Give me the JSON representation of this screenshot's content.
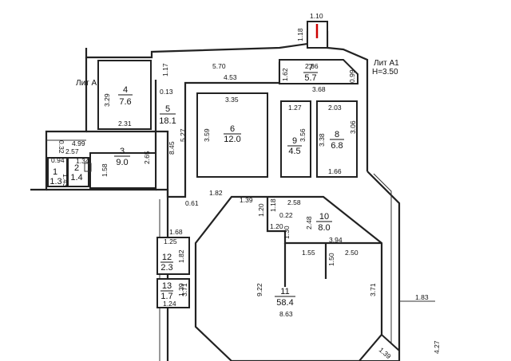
{
  "labels": {
    "lit_a": "Лит А",
    "lit_a1": "Лит А1",
    "height": "H=3.50"
  },
  "colors": {
    "line": "#222222",
    "accent": "#cc0000"
  },
  "rooms": [
    {
      "id": "room-1",
      "num": "1",
      "area": "1.3"
    },
    {
      "id": "room-2",
      "num": "2",
      "area": "1.4"
    },
    {
      "id": "room-3",
      "num": "3",
      "area": "9.0"
    },
    {
      "id": "room-4",
      "num": "4",
      "area": "7.6"
    },
    {
      "id": "room-5",
      "num": "5",
      "area": "18.1"
    },
    {
      "id": "room-6",
      "num": "6",
      "area": "12.0"
    },
    {
      "id": "room-7",
      "num": "7",
      "area": "5.7"
    },
    {
      "id": "room-8",
      "num": "8",
      "area": "6.8"
    },
    {
      "id": "room-9",
      "num": "9",
      "area": "4.5"
    },
    {
      "id": "room-10",
      "num": "10",
      "area": "8.0"
    },
    {
      "id": "room-11",
      "num": "11",
      "area": "58.4"
    },
    {
      "id": "room-12",
      "num": "12",
      "area": "2.3"
    },
    {
      "id": "room-13",
      "num": "13",
      "area": "1.7"
    }
  ],
  "dims": [
    "1.10",
    "1.18",
    "5.70",
    "4.53",
    "1.17",
    "0.13",
    "3.29",
    "2.31",
    "1.62",
    "2.86",
    "0.99",
    "3.68",
    "1.27",
    "2.03",
    "3.35",
    "3.59",
    "5.27",
    "8.45",
    "3.56",
    "3.38",
    "3.06",
    "1.66",
    "0.32",
    "4.99",
    "2.57",
    "2.65",
    "1.34",
    "0.94",
    "1.43",
    "1.58",
    "1.82",
    "0.61",
    "1.39",
    "2.58",
    "1.20",
    "1.18",
    "0.22",
    "2.48",
    "1.20",
    "1.30",
    "3.94",
    "1.55",
    "2.50",
    "1.50",
    "1.68",
    "1.25",
    "1.82",
    "3.71",
    "9.22",
    "3.71",
    "1.39",
    "1.24",
    "8.63",
    "1.83",
    "4.27",
    "1.39"
  ]
}
